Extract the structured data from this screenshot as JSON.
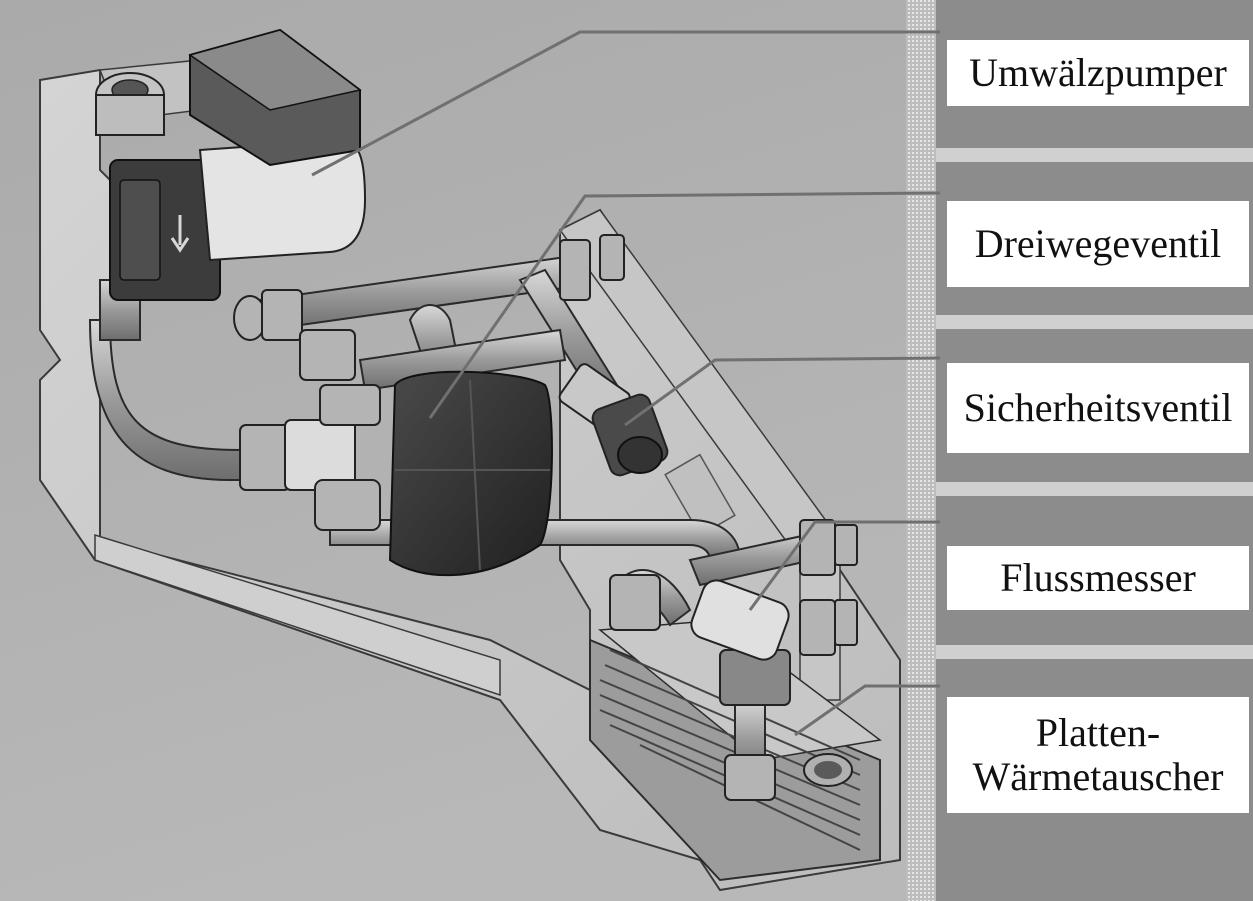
{
  "labels": [
    {
      "text": "Umwälzpumper"
    },
    {
      "text": "Dreiwegeventil"
    },
    {
      "text": "Sicherheitsventil"
    },
    {
      "text": "Flussmesser"
    },
    {
      "text": "Platten-",
      "text2": "Wärmetauscher"
    }
  ],
  "colors": {
    "background": "#9a9a9a",
    "right_panel": "#8c8c8c",
    "label_bg": "#ffffff",
    "leader_line": "#707070"
  }
}
